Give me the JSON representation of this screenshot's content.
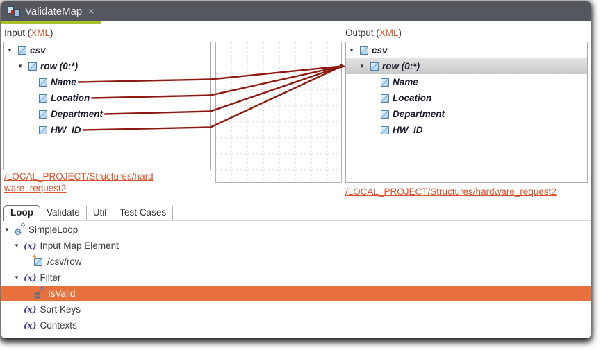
{
  "window": {
    "tab_title": "ValidateMap",
    "close_label": "×"
  },
  "mapper": {
    "input_header": {
      "prefix": "Input (",
      "link": "XML",
      "suffix": ")"
    },
    "output_header": {
      "prefix": "Output (",
      "link": "XML",
      "suffix": ")"
    },
    "input_tree": [
      {
        "label": "csv",
        "indent": 0,
        "expanded": true
      },
      {
        "label": "row (0:*)",
        "indent": 1,
        "expanded": true
      },
      {
        "label": "Name",
        "indent": 2
      },
      {
        "label": "Location",
        "indent": 2
      },
      {
        "label": "Department",
        "indent": 2
      },
      {
        "label": "HW_ID",
        "indent": 2
      }
    ],
    "output_tree": [
      {
        "label": "csv",
        "indent": 0,
        "expanded": true
      },
      {
        "label": "row (0:*)",
        "indent": 1,
        "expanded": true,
        "selected": true,
        "map_target": true
      },
      {
        "label": "Name",
        "indent": 2
      },
      {
        "label": "Location",
        "indent": 2
      },
      {
        "label": "Department",
        "indent": 2
      },
      {
        "label": "HW_ID",
        "indent": 2
      }
    ],
    "mappings": [
      {
        "from": "Name",
        "to": "row (0:*)"
      },
      {
        "from": "Location",
        "to": "row (0:*)"
      },
      {
        "from": "Department",
        "to": "row (0:*)"
      },
      {
        "from": "HW_ID",
        "to": "row (0:*)"
      }
    ],
    "input_schema_link": "/LOCAL_PROJECT/Structures/hardware_request2",
    "output_schema_link": "/LOCAL_PROJECT/Structures/hardware_request2"
  },
  "bottom": {
    "tabs": [
      {
        "label": "Loop",
        "active": true
      },
      {
        "label": "Validate",
        "active": false
      },
      {
        "label": "Util",
        "active": false
      },
      {
        "label": "Test Cases",
        "active": false
      }
    ],
    "tree": [
      {
        "label": "SimpleLoop",
        "icon": "gears",
        "indent": 0,
        "expanded": true
      },
      {
        "label": "Input Map Element",
        "icon": "fx",
        "indent": 1,
        "expanded": true
      },
      {
        "label": "/csv/row",
        "icon": "element-new",
        "indent": 2
      },
      {
        "label": "Filter",
        "icon": "fx",
        "indent": 1,
        "expanded": true
      },
      {
        "label": "IsValid",
        "icon": "gears",
        "indent": 2,
        "selected": true
      },
      {
        "label": "Sort Keys",
        "icon": "fx",
        "indent": 1
      },
      {
        "label": "Contexts",
        "icon": "fx",
        "indent": 1
      }
    ]
  },
  "colors": {
    "accent_green": "#A6C228",
    "header_bg": "#54575E",
    "link_orange": "#D9542E",
    "selection_orange": "#E8703C",
    "map_line": "#8C1A10",
    "target_arrow_red": "#8B0F08"
  }
}
